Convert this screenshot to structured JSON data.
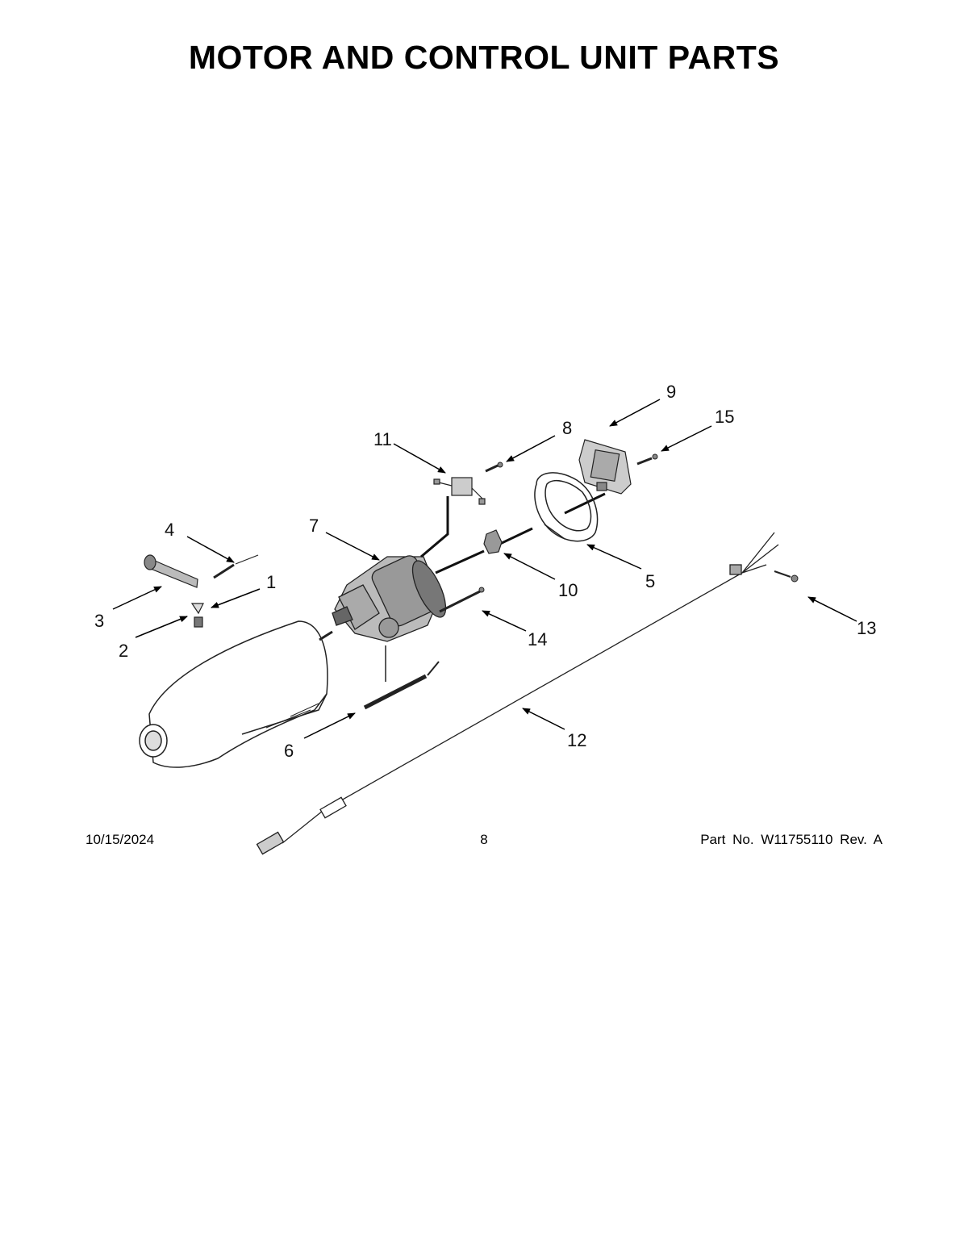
{
  "title": "MOTOR AND CONTROL UNIT PARTS",
  "callouts": [
    {
      "id": "c1",
      "label": "1"
    },
    {
      "id": "c2",
      "label": "2"
    },
    {
      "id": "c3",
      "label": "3"
    },
    {
      "id": "c4",
      "label": "4"
    },
    {
      "id": "c5",
      "label": "5"
    },
    {
      "id": "c6",
      "label": "6"
    },
    {
      "id": "c7",
      "label": "7"
    },
    {
      "id": "c8",
      "label": "8"
    },
    {
      "id": "c9",
      "label": "9"
    },
    {
      "id": "c10",
      "label": "10"
    },
    {
      "id": "c11",
      "label": "11"
    },
    {
      "id": "c12",
      "label": "12"
    },
    {
      "id": "c13",
      "label": "13"
    },
    {
      "id": "c14",
      "label": "14"
    },
    {
      "id": "c15",
      "label": "15"
    }
  ],
  "footer": {
    "date": "10/15/2024",
    "page_number": "8",
    "part_info": "Part No.  W11755110  Rev.  A"
  }
}
